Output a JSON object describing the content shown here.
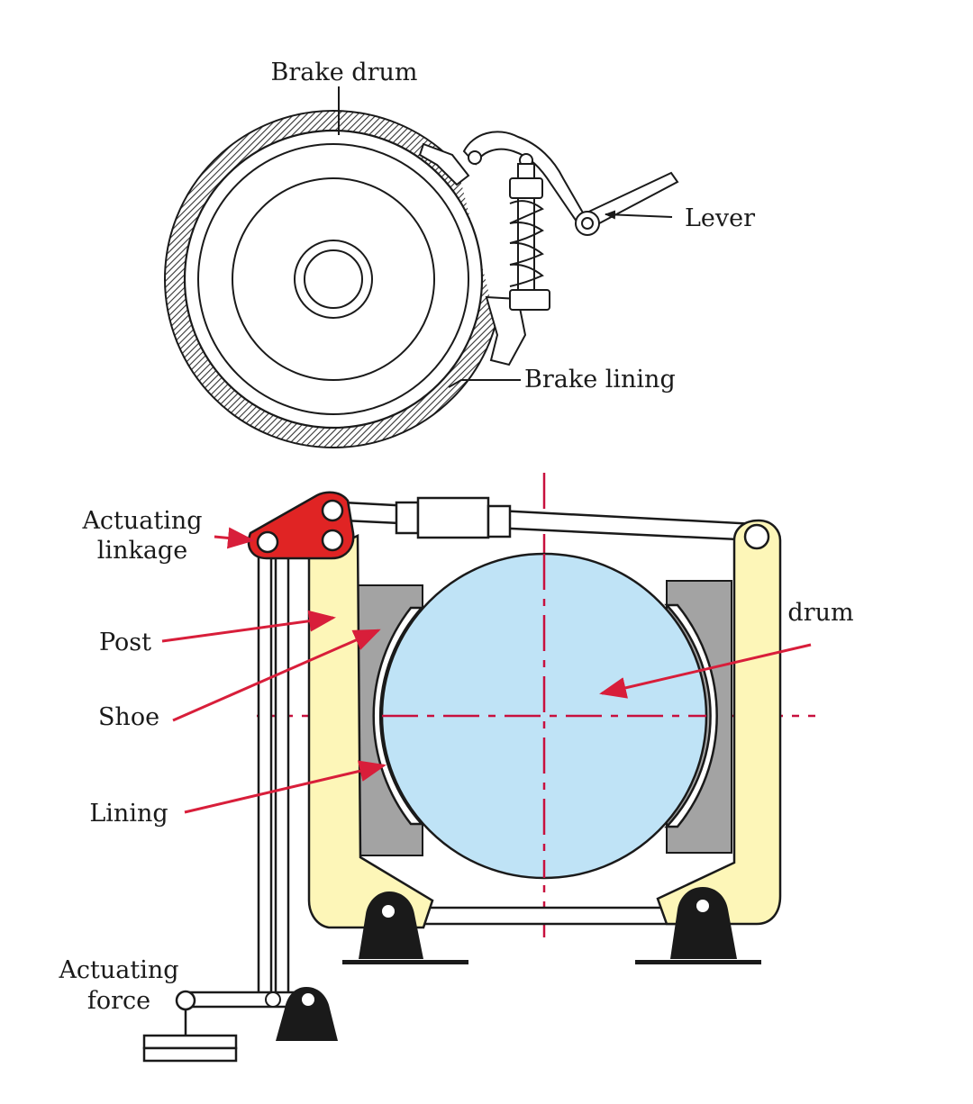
{
  "top_diagram": {
    "labels": {
      "brake_drum": "Brake drum",
      "lever": "Lever",
      "brake_lining": "Brake lining"
    }
  },
  "bottom_diagram": {
    "labels": {
      "actuating_linkage_line1": "Actuating",
      "actuating_linkage_line2": "linkage",
      "post": "Post",
      "shoe": "Shoe",
      "lining": "Lining",
      "drum": "drum",
      "actuating_force_line1": "Actuating",
      "actuating_force_line2": "force"
    }
  },
  "colors": {
    "drum_fill": "#bfe3f6",
    "post_fill": "#fdf6b8",
    "shoe_fill": "#a3a3a3",
    "linkage_fill": "#e02424",
    "arrow_color": "#d81e3a",
    "centerline_color": "#c8103e"
  }
}
